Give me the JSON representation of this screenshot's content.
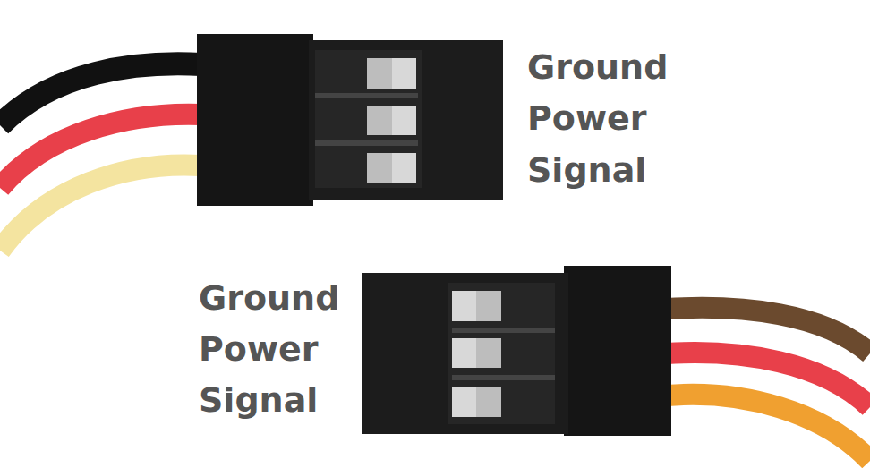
{
  "diagram": {
    "labels": [
      "Ground",
      "Power",
      "Signal",
      "Ground",
      "Power",
      "Signal"
    ]
  }
}
